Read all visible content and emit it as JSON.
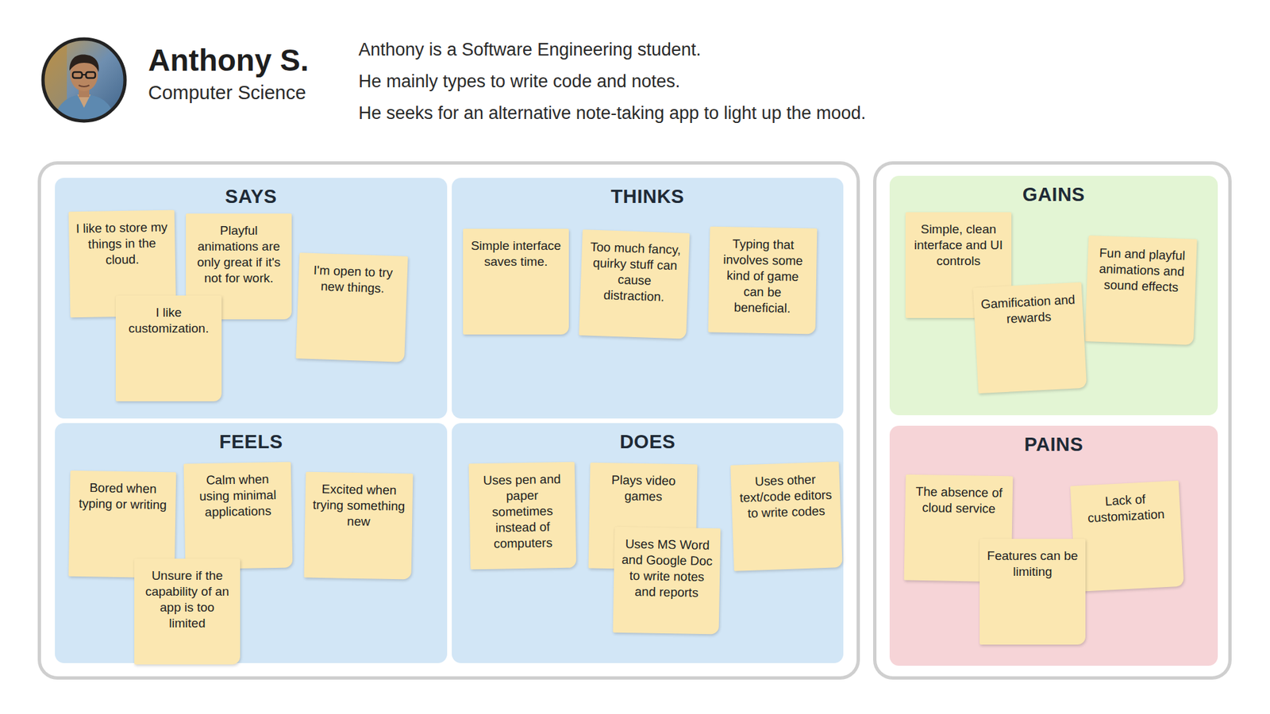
{
  "diagram": {
    "title": "Anthony S.",
    "nodes": [
      {
        "text": [
          "SAYS"
        ]
      },
      {
        "text": [
          "I like to store my things in the cloud."
        ],
        "in": 0
      },
      {
        "text": [
          "Playful animations are only great if it's not for work."
        ],
        "in": 0
      },
      {
        "text": [
          "I like customization."
        ],
        "in": 0
      },
      {
        "text": [
          "I'm open to try new things."
        ],
        "in": 0
      },
      {
        "text": [
          "THINKS"
        ]
      },
      {
        "text": [
          "Simple interface saves time."
        ],
        "in": 5
      },
      {
        "text": [
          "Too much fancy, quirky stuff can cause distraction."
        ],
        "in": 5
      },
      {
        "text": [
          "Typing that involves some kind of game can be beneficial."
        ],
        "in": 5
      },
      {
        "text": [
          "GAINS"
        ]
      },
      {
        "text": [
          "Simple, clean interface and UI controls"
        ],
        "in": 9
      },
      {
        "text": [
          "Fun and playful animations and sound effects"
        ],
        "in": 9
      },
      {
        "text": [
          "Gamification and rewards"
        ],
        "in": 9
      },
      {
        "text": [
          "FEELS"
        ]
      },
      {
        "text": [
          "Bored when typing or writing"
        ],
        "in": 13
      },
      {
        "text": [
          "Calm when using minimal applications"
        ],
        "in": 13
      },
      {
        "text": [
          "Excited when trying something new"
        ],
        "in": 13
      },
      {
        "text": [
          "Unsure if the capability of an app is too limited"
        ],
        "in": 13
      },
      {
        "text": [
          "DOES"
        ]
      },
      {
        "text": [
          "Uses pen and paper sometimes instead of computers"
        ],
        "in": 18
      },
      {
        "text": [
          "Plays video games"
        ],
        "in": 18
      },
      {
        "text": [
          "Uses MS Word and Google Doc to write notes and reports"
        ],
        "in": 18
      },
      {
        "text": [
          "Uses other text/code editors to write codes"
        ],
        "in": 18
      },
      {
        "text": [
          "PAINS"
        ]
      },
      {
        "text": [
          "The absence of cloud service"
        ],
        "in": 23
      },
      {
        "text": [
          "Lack of customization"
        ],
        "in": 23
      },
      {
        "text": [
          "Features can be limiting"
        ],
        "in": 23
      }
    ],
    "labels": [
      "Computer Science",
      "Anthony is a Software Engineering student.",
      "He mainly types to write code and notes.",
      "He seeks for an alternative note-taking app to light up the mood."
    ]
  }
}
